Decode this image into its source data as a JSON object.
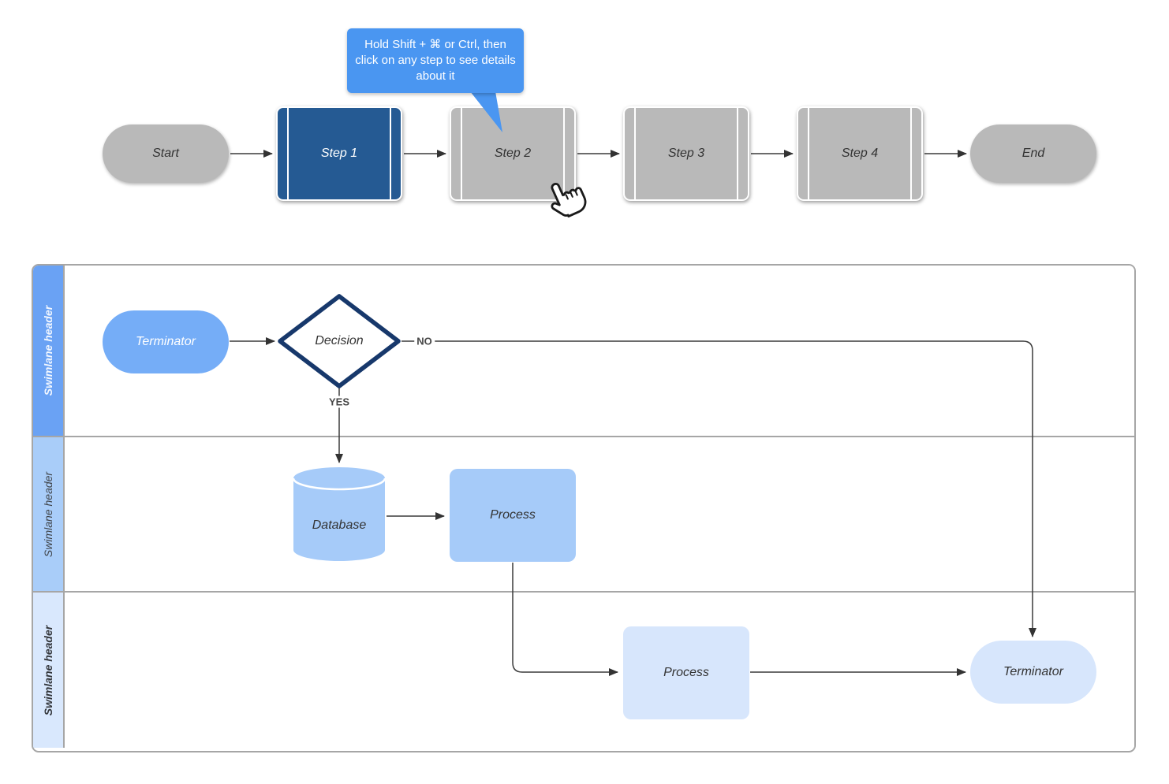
{
  "app": {
    "type": "flowchart-with-swimlanes"
  },
  "tooltip": {
    "text": "Hold Shift + ⌘ or Ctrl, then click on any step to see details about it",
    "fill": "#4a96f1",
    "text_color": "#ffffff"
  },
  "flowchart": {
    "nodes": [
      {
        "id": "start",
        "label": "Start",
        "type": "terminator",
        "fill": "#b9b9b9"
      },
      {
        "id": "step1",
        "label": "Step 1",
        "type": "predefined-process",
        "fill": "#255a93",
        "selected": true
      },
      {
        "id": "step2",
        "label": "Step 2",
        "type": "predefined-process",
        "fill": "#b9b9b9"
      },
      {
        "id": "step3",
        "label": "Step 3",
        "type": "predefined-process",
        "fill": "#b9b9b9"
      },
      {
        "id": "step4",
        "label": "Step 4",
        "type": "predefined-process",
        "fill": "#b9b9b9"
      },
      {
        "id": "end",
        "label": "End",
        "type": "terminator",
        "fill": "#b9b9b9"
      }
    ]
  },
  "swimlanes": {
    "lanes": [
      {
        "label": "Swimlane header",
        "fill": "#6aa2f4",
        "text_color": "#f2f7ff"
      },
      {
        "label": "Swimlane header",
        "fill": "#a9cdf9",
        "text_color": "#3f4348"
      },
      {
        "label": "Swimlane header",
        "fill": "#d9e8fd",
        "text_color": "#33363b"
      }
    ],
    "nodes": {
      "terminator_top": {
        "label": "Terminator",
        "type": "terminator",
        "fill": "#75adf7"
      },
      "decision": {
        "label": "Decision",
        "type": "decision",
        "fill": "#ffffff",
        "border": "#17386b"
      },
      "database": {
        "label": "Database",
        "type": "cylinder",
        "fill": "#a6cbf9"
      },
      "process_mid": {
        "label": "Process",
        "type": "process",
        "fill": "#a6cbf9"
      },
      "process_bottom": {
        "label": "Process",
        "type": "process",
        "fill": "#d7e6fc"
      },
      "terminator_bottom": {
        "label": "Terminator",
        "type": "terminator",
        "fill": "#d7e6fc"
      }
    },
    "edge_labels": {
      "no": "NO",
      "yes": "YES"
    }
  },
  "icons": {
    "hand_cursor": "pointer-hand"
  },
  "colors": {
    "connector": "#3a3a3a",
    "lane_border": "#a6a6a6",
    "selected_step": "#255a93",
    "step_gray": "#b9b9b9",
    "tooltip_blue": "#4a96f1",
    "decision_border": "#17386b"
  }
}
